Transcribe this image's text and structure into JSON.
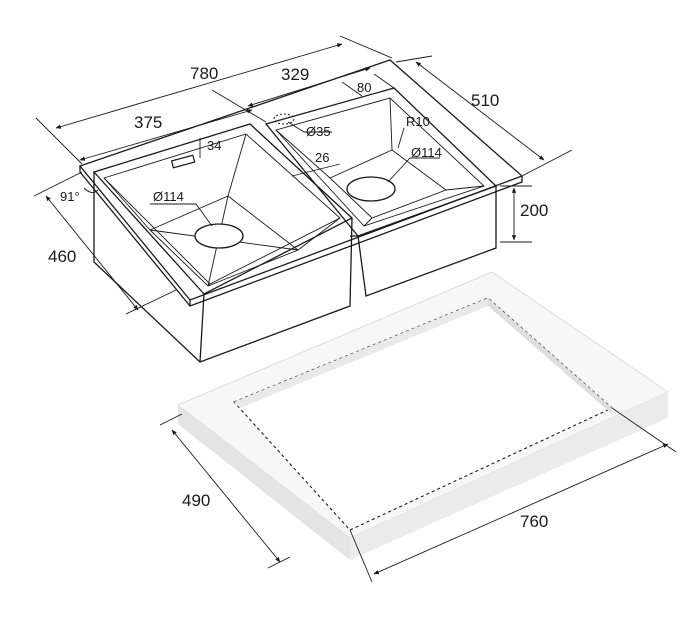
{
  "dimensions": {
    "total_width": "780",
    "right_bowl_offset": "329",
    "left_bowl": "375",
    "corner_offset": "80",
    "overflow_hole": "Ø35",
    "overflow_offset": "34",
    "gap": "26",
    "radius": "R10",
    "drain_left": "Ø114",
    "drain_right": "Ø114",
    "angle": "91°",
    "depth_total": "510",
    "depth_bowl": "460",
    "height": "200",
    "cutout_depth": "490",
    "cutout_width": "760"
  },
  "colors": {
    "line": "#1a1a1a",
    "countertop": "#e9e9e9",
    "countertop_top": "#f7f7f7"
  }
}
